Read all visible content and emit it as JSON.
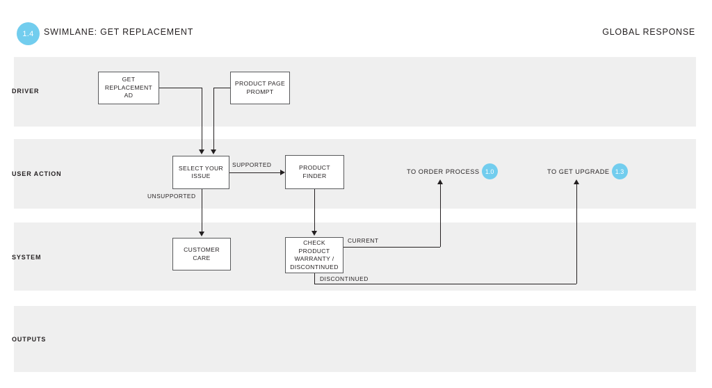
{
  "header": {
    "badge": "1.4",
    "title": "SWIMLANE: GET REPLACEMENT",
    "right_label": "GLOBAL RESPONSE"
  },
  "lanes": [
    {
      "id": "driver",
      "label": "DRIVER"
    },
    {
      "id": "user-action",
      "label": "USER ACTION"
    },
    {
      "id": "system",
      "label": "SYSTEM"
    },
    {
      "id": "outputs",
      "label": "OUTPUTS"
    }
  ],
  "nodes": {
    "get_replacement_ad": "GET REPLACEMENT AD",
    "product_page_prompt": "PRODUCT PAGE PROMPT",
    "select_your_issue": "SELECT YOUR ISSUE",
    "product_finder": "PRODUCT FINDER",
    "customer_care": "CUSTOMER CARE",
    "check_product_warranty": "CHECK PRODUCT WARRANTY / DISCONTINUED"
  },
  "edge_labels": {
    "supported": "SUPPORTED",
    "unsupported": "UNSUPPORTED",
    "current": "CURRENT",
    "discontinued": "DISCONTINUED"
  },
  "exits": [
    {
      "label": "TO ORDER PROCESS",
      "badge": "1.0"
    },
    {
      "label": "TO GET UPGRADE",
      "badge": "1.3"
    }
  ],
  "colors": {
    "badge": "#72cdee",
    "lane": "#efefef",
    "stroke": "#231f20",
    "node_border": "#58595b",
    "page": "#ffffff"
  }
}
